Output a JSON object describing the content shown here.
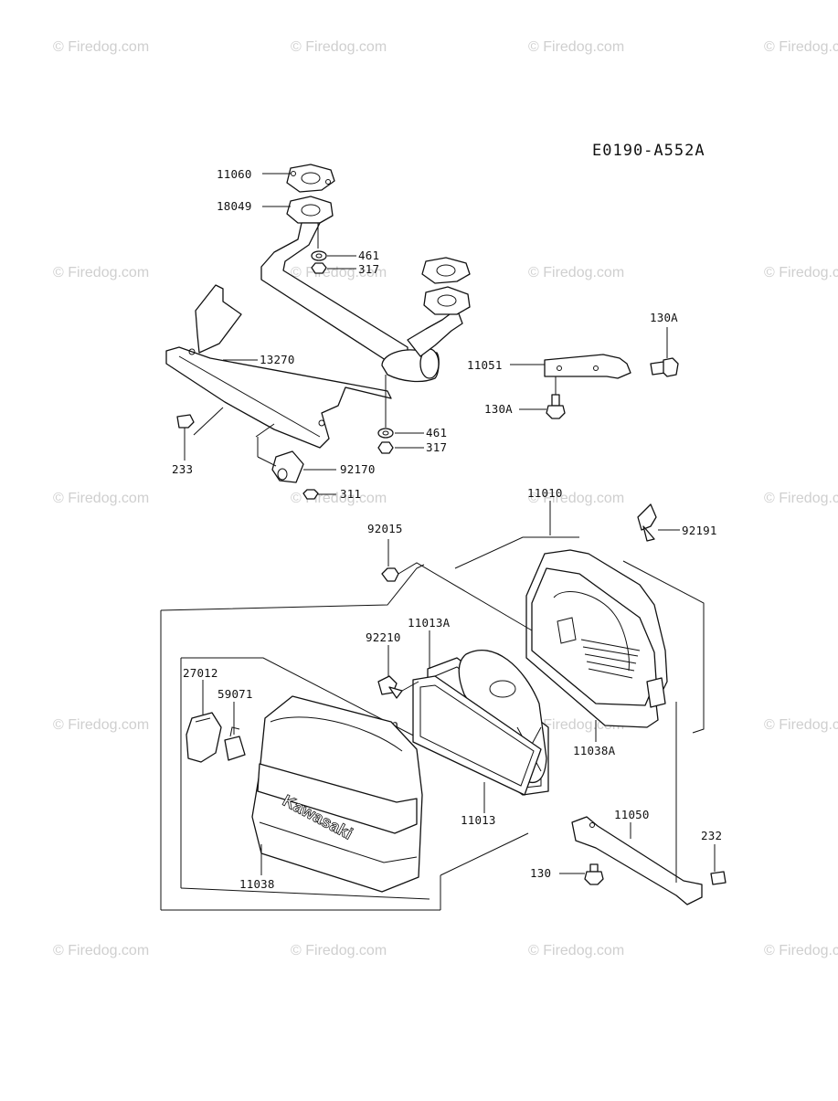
{
  "diagram": {
    "code": "E0190-A552A",
    "watermark": "© Firedog.com",
    "brand_mark": "Kawasaki",
    "parts": [
      {
        "id": "p11060",
        "number": "11060"
      },
      {
        "id": "p18049",
        "number": "18049"
      },
      {
        "id": "p461a",
        "number": "461"
      },
      {
        "id": "p317a",
        "number": "317"
      },
      {
        "id": "p13270",
        "number": "13270"
      },
      {
        "id": "p130A_1",
        "number": "130A"
      },
      {
        "id": "p11051",
        "number": "11051"
      },
      {
        "id": "p130A_2",
        "number": "130A"
      },
      {
        "id": "p461b",
        "number": "461"
      },
      {
        "id": "p317b",
        "number": "317"
      },
      {
        "id": "p233",
        "number": "233"
      },
      {
        "id": "p92170",
        "number": "92170"
      },
      {
        "id": "p311",
        "number": "311"
      },
      {
        "id": "p11010",
        "number": "11010"
      },
      {
        "id": "p92015",
        "number": "92015"
      },
      {
        "id": "p92191",
        "number": "92191"
      },
      {
        "id": "p11013A",
        "number": "11013A"
      },
      {
        "id": "p92210",
        "number": "92210"
      },
      {
        "id": "p27012",
        "number": "27012"
      },
      {
        "id": "p59071",
        "number": "59071"
      },
      {
        "id": "p11038A",
        "number": "11038A"
      },
      {
        "id": "p11013",
        "number": "11013"
      },
      {
        "id": "p11050",
        "number": "11050"
      },
      {
        "id": "p232",
        "number": "232"
      },
      {
        "id": "p130",
        "number": "130"
      },
      {
        "id": "p11038",
        "number": "11038"
      }
    ]
  }
}
